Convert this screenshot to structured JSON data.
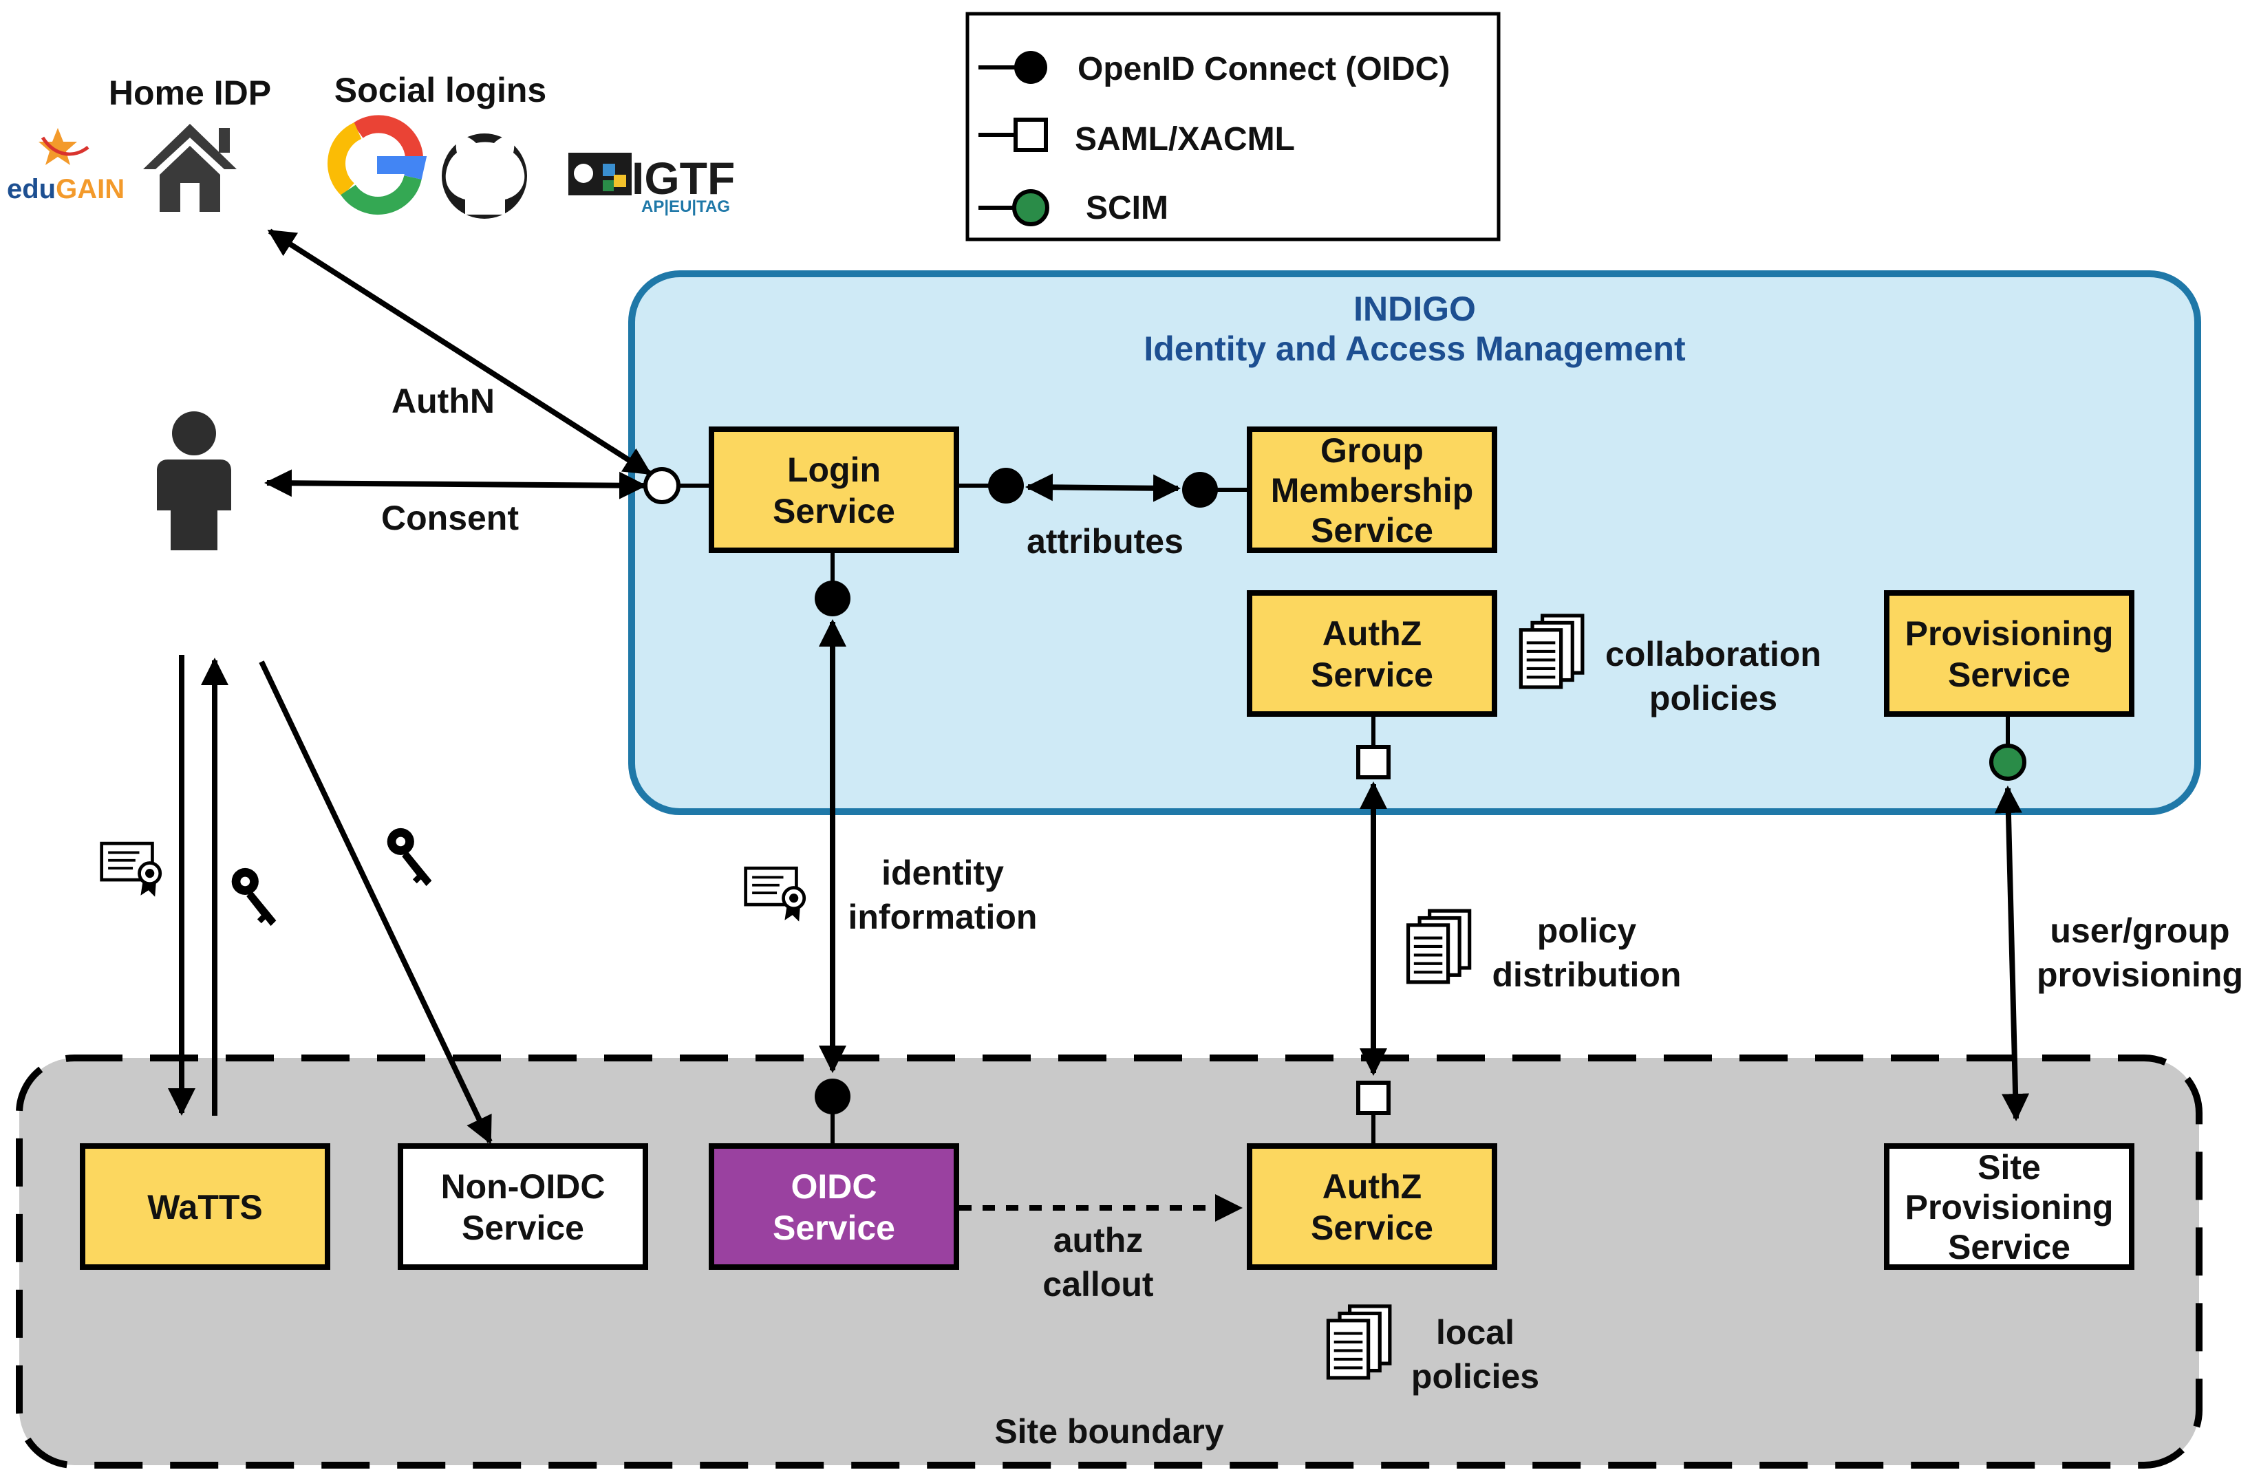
{
  "colors": {
    "indigo_fill": "#cfeaf6",
    "indigo_border": "#1f78a8",
    "indigo_title": "#1d4f91",
    "site_fill": "#c9c9c9",
    "yellow_box": "#fcd75f",
    "purple_box": "#9a41a0",
    "scim_green": "#2a8c48"
  },
  "legend": {
    "oidc": "OpenID Connect (OIDC)",
    "saml": "SAML/XACML",
    "scim": "SCIM"
  },
  "top_left": {
    "home_idp": "Home IDP",
    "social_logins": "Social logins",
    "edugain_prefix": "edu",
    "edugain_suffix": "GAIN",
    "igtf_main": "IGTF",
    "igtf_sub": "AP|EU|TAG",
    "icons": [
      "edugain-logo",
      "home-icon",
      "google-logo",
      "github-logo",
      "igtf-logo",
      "user-icon"
    ]
  },
  "indigo": {
    "title1": "INDIGO",
    "title2": "Identity and Access Management",
    "login_service": [
      "Login",
      "Service"
    ],
    "group_service": [
      "Group",
      "Membership",
      "Service"
    ],
    "authz_service": [
      "AuthZ",
      "Service"
    ],
    "provisioning_service": [
      "Provisioning",
      "Service"
    ],
    "collaboration_policies": [
      "collaboration",
      "policies"
    ]
  },
  "site": {
    "boundary_label": "Site boundary",
    "watts": "WaTTS",
    "non_oidc": [
      "Non-OIDC",
      "Service"
    ],
    "oidc_service": [
      "OIDC",
      "Service"
    ],
    "authz_service": [
      "AuthZ",
      "Service"
    ],
    "site_provisioning": [
      "Site",
      "Provisioning",
      "Service"
    ],
    "local_policies": [
      "local",
      "policies"
    ],
    "authz_callout": [
      "authz",
      "callout"
    ]
  },
  "edges": {
    "authn": "AuthN",
    "consent": "Consent",
    "attributes": "attributes",
    "identity_information": [
      "identity",
      "information"
    ],
    "policy_distribution": [
      "policy",
      "distribution"
    ],
    "user_group_provisioning": [
      "user/group",
      "provisioning"
    ]
  }
}
